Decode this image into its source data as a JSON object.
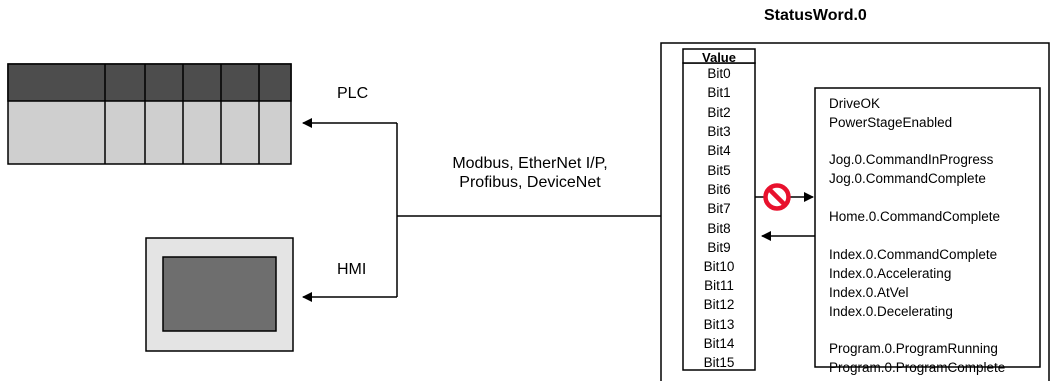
{
  "title": "StatusWord.0",
  "value_header": "Value",
  "devices": {
    "plc": "PLC",
    "hmi": "HMI"
  },
  "protocols": {
    "line1": "Modbus, EtherNet I/P,",
    "line2": "Profibus, DeviceNet"
  },
  "bits": [
    "Bit0",
    "Bit1",
    "Bit2",
    "Bit3",
    "Bit4",
    "Bit5",
    "Bit6",
    "Bit7",
    "Bit8",
    "Bit9",
    "Bit10",
    "Bit11",
    "Bit12",
    "Bit13",
    "Bit14",
    "Bit15"
  ],
  "status_items": [
    "DriveOK",
    "PowerStageEnabled",
    "Jog.0.CommandInProgress",
    "Jog.0.CommandComplete",
    "Home.0.CommandComplete",
    "Index.0.CommandComplete",
    "Index.0.Accelerating",
    "Index.0.AtVel",
    "Index.0.Decelerating",
    "Program.0.ProgramRunning",
    "Program.0.ProgramComplete"
  ],
  "colors": {
    "plc_dark": "#4d4d4d",
    "plc_light": "#cfcfcf",
    "hmi_frame": "#e4e4e4",
    "hmi_screen": "#6e6e6e",
    "prohibit": "#e8112d"
  }
}
